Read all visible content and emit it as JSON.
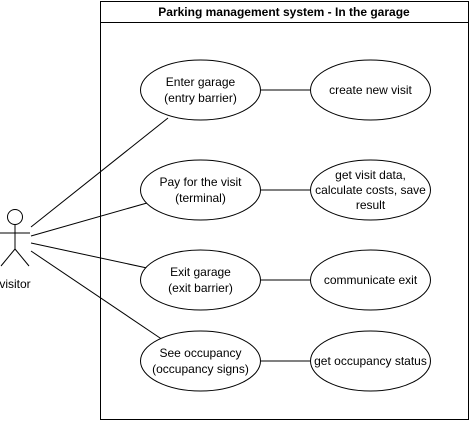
{
  "system": {
    "title": "Parking management system -  In the garage"
  },
  "actor": {
    "label": "visitor"
  },
  "use_cases": [
    {
      "lines": [
        "Enter garage",
        "(entry barrier)"
      ]
    },
    {
      "lines": [
        "Pay  for the visit",
        "(terminal)"
      ]
    },
    {
      "lines": [
        "Exit garage",
        "(exit barrier)"
      ]
    },
    {
      "lines": [
        "See occupancy",
        "(occupancy signs)"
      ]
    }
  ],
  "actions": [
    {
      "lines": [
        "create new visit"
      ]
    },
    {
      "lines": [
        "get visit data,",
        "calculate costs, save",
        "result"
      ]
    },
    {
      "lines": [
        "communicate exit"
      ]
    },
    {
      "lines": [
        "get occupancy status"
      ]
    }
  ],
  "colors": {
    "stroke": "#000000",
    "fill": "#ffffff"
  }
}
